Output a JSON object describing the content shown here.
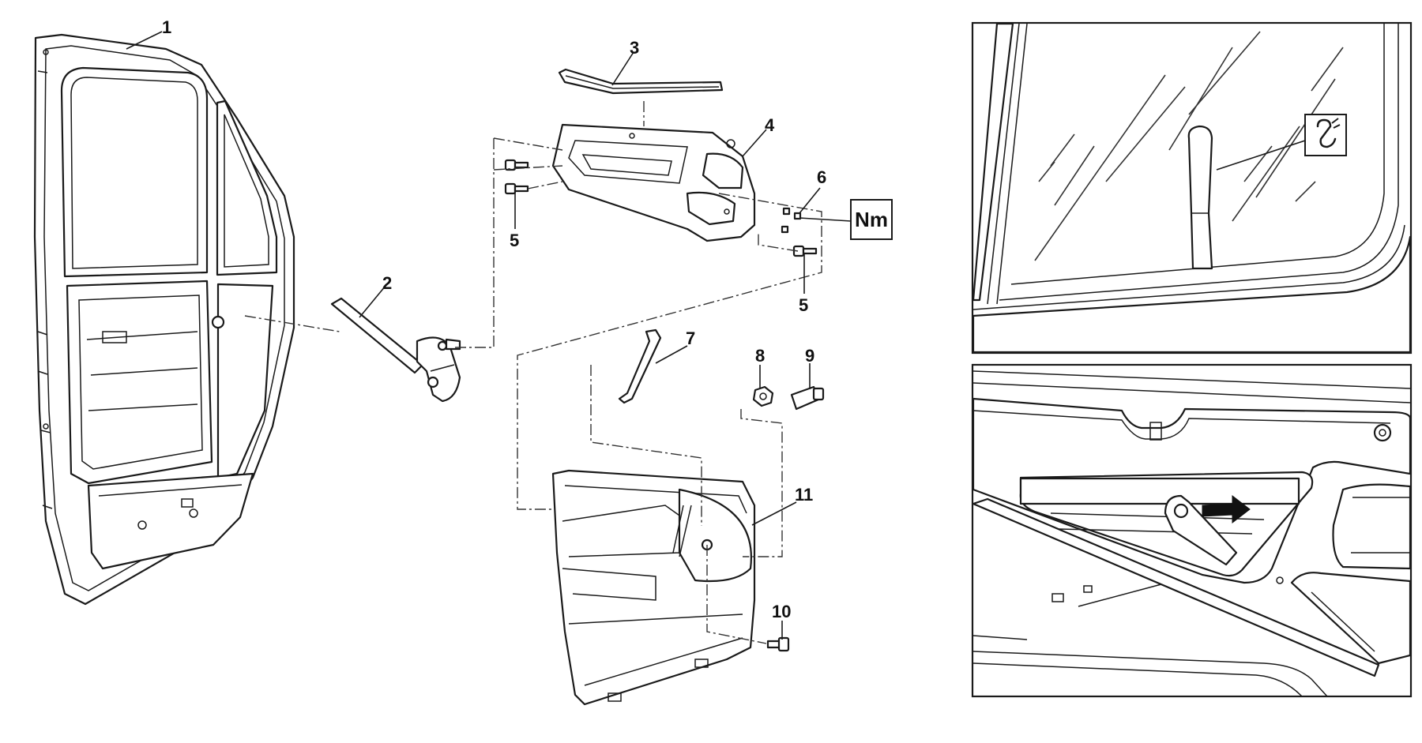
{
  "callouts": [
    {
      "id": "1",
      "text": "1"
    },
    {
      "id": "2",
      "text": "2"
    },
    {
      "id": "3",
      "text": "3"
    },
    {
      "id": "4",
      "text": "4"
    },
    {
      "id": "5a",
      "text": "5"
    },
    {
      "id": "5b",
      "text": "5"
    },
    {
      "id": "6",
      "text": "6"
    },
    {
      "id": "7",
      "text": "7"
    },
    {
      "id": "8",
      "text": "8"
    },
    {
      "id": "9",
      "text": "9"
    },
    {
      "id": "10",
      "text": "10"
    },
    {
      "id": "11",
      "text": "11"
    }
  ],
  "torque_symbol": {
    "label": "Nm"
  },
  "tool_symbol": {
    "icon": "special-tool-icon"
  },
  "arrow_icon": "push-direction-arrow-icon"
}
